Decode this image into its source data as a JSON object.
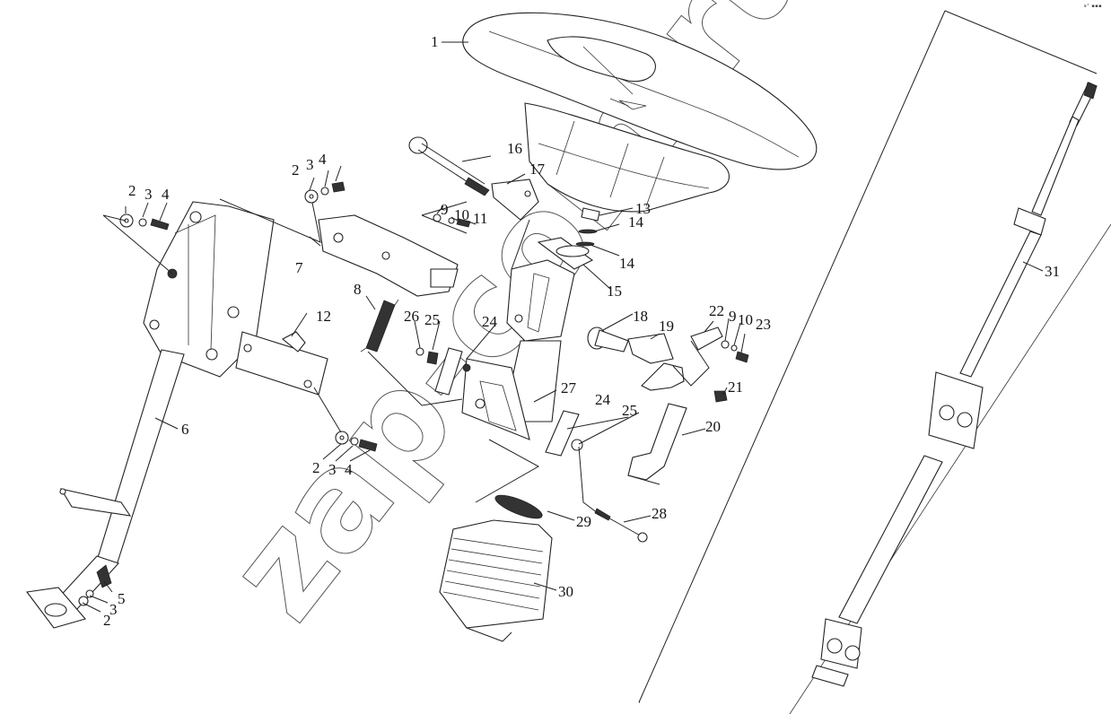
{
  "diagram": {
    "title": "Steering column assembly exploded view",
    "corner_mark": "a° ▪▪▪",
    "watermark": "zap-com.ru",
    "callouts": [
      {
        "id": "c1",
        "label": "1",
        "part": "steering-wheel"
      },
      {
        "id": "c2a",
        "label": "2",
        "part": "washer"
      },
      {
        "id": "c3a",
        "label": "3",
        "part": "spring-washer"
      },
      {
        "id": "c4a",
        "label": "4",
        "part": "bolt"
      },
      {
        "id": "c2b",
        "label": "2",
        "part": "washer"
      },
      {
        "id": "c3b",
        "label": "3",
        "part": "spring-washer"
      },
      {
        "id": "c4b",
        "label": "4",
        "part": "bolt"
      },
      {
        "id": "c2c",
        "label": "2",
        "part": "washer"
      },
      {
        "id": "c3c",
        "label": "3",
        "part": "spring-washer"
      },
      {
        "id": "c4c",
        "label": "4",
        "part": "bolt"
      },
      {
        "id": "c2d",
        "label": "2",
        "part": "washer"
      },
      {
        "id": "c3d",
        "label": "3",
        "part": "spring-washer"
      },
      {
        "id": "c5",
        "label": "5",
        "part": "bolt"
      },
      {
        "id": "c6",
        "label": "6",
        "part": "steering-column-tube"
      },
      {
        "id": "c7",
        "label": "7",
        "part": "upper-bracket"
      },
      {
        "id": "c8",
        "label": "8",
        "part": "tension-spring"
      },
      {
        "id": "c9a",
        "label": "9",
        "part": "washer"
      },
      {
        "id": "c10a",
        "label": "10",
        "part": "spring-washer"
      },
      {
        "id": "c11",
        "label": "11",
        "part": "bolt"
      },
      {
        "id": "c12",
        "label": "12",
        "part": "support-plate"
      },
      {
        "id": "c13",
        "label": "13",
        "part": "nut"
      },
      {
        "id": "c14a",
        "label": "14",
        "part": "washer"
      },
      {
        "id": "c14b",
        "label": "14",
        "part": "washer"
      },
      {
        "id": "c15",
        "label": "15",
        "part": "column-housing"
      },
      {
        "id": "c16",
        "label": "16",
        "part": "long-bolt"
      },
      {
        "id": "c17",
        "label": "17",
        "part": "clevis"
      },
      {
        "id": "c18",
        "label": "18",
        "part": "pin"
      },
      {
        "id": "c19",
        "label": "19",
        "part": "clevis"
      },
      {
        "id": "c20",
        "label": "20",
        "part": "tilt-lever"
      },
      {
        "id": "c21",
        "label": "21",
        "part": "nut"
      },
      {
        "id": "c22",
        "label": "22",
        "part": "plate"
      },
      {
        "id": "c9b",
        "label": "9",
        "part": "washer"
      },
      {
        "id": "c10b",
        "label": "10",
        "part": "spring-washer"
      },
      {
        "id": "c23",
        "label": "23",
        "part": "bolt"
      },
      {
        "id": "c24a",
        "label": "24",
        "part": "slide-guide"
      },
      {
        "id": "c25a",
        "label": "25",
        "part": "washer"
      },
      {
        "id": "c26",
        "label": "26",
        "part": "nut"
      },
      {
        "id": "c27",
        "label": "27",
        "part": "pivot-bracket"
      },
      {
        "id": "c24b",
        "label": "24",
        "part": "slide-guide"
      },
      {
        "id": "c25b",
        "label": "25",
        "part": "washer"
      },
      {
        "id": "c28",
        "label": "28",
        "part": "bolt"
      },
      {
        "id": "c29",
        "label": "29",
        "part": "ring-spring"
      },
      {
        "id": "c30",
        "label": "30",
        "part": "dust-boot"
      },
      {
        "id": "c31",
        "label": "31",
        "part": "intermediate-shaft"
      }
    ]
  }
}
